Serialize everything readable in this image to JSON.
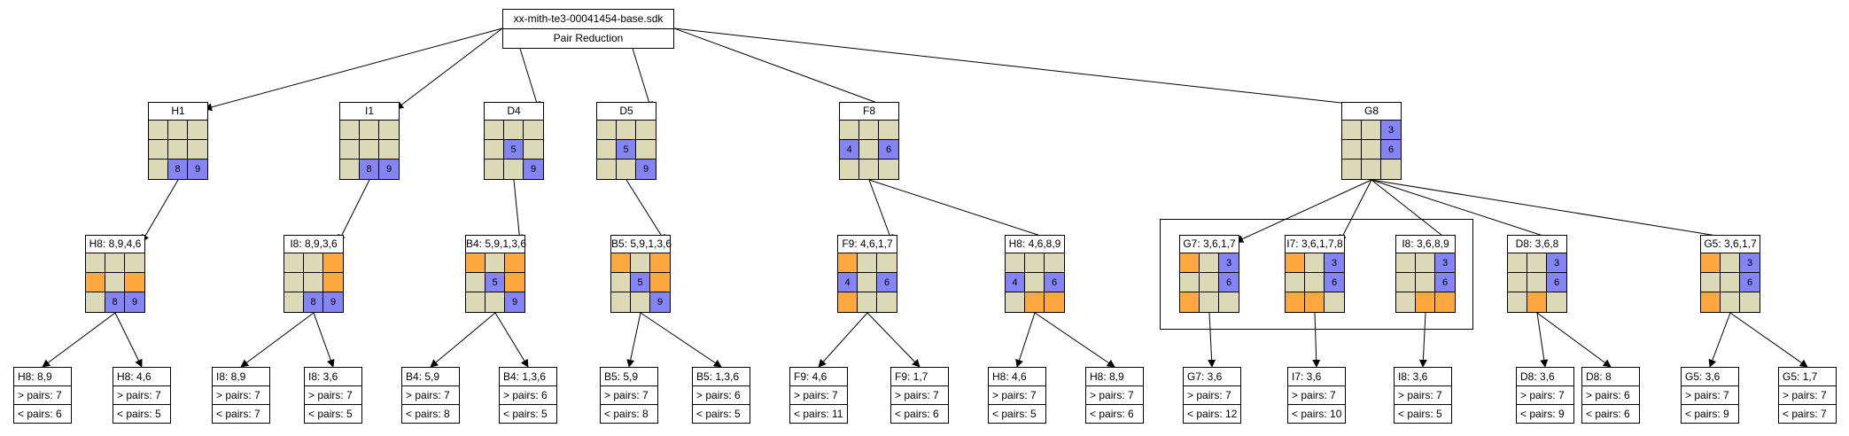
{
  "root": {
    "title": "xx-mith-te3-00041454-base.sdk",
    "subtitle": "Pair Reduction"
  },
  "colors": {
    "cell": "#dcdab6",
    "blue": "#8484f4",
    "orange": "#ffa840"
  },
  "legend_cells": "cell markers: b = blue candidate cell, o = orange cell, values shown inside",
  "nodes": [
    {
      "id": "H1",
      "title": "H1",
      "cells": [
        "",
        "",
        "",
        "",
        "",
        "",
        "",
        "b:8",
        "b:9"
      ]
    },
    {
      "id": "I1",
      "title": "I1",
      "cells": [
        "",
        "",
        "",
        "",
        "",
        "",
        "",
        "b:8",
        "b:9"
      ]
    },
    {
      "id": "D4",
      "title": "D4",
      "cells": [
        "",
        "",
        "",
        "",
        "b:5",
        "",
        "",
        "",
        "b:9"
      ]
    },
    {
      "id": "D5",
      "title": "D5",
      "cells": [
        "",
        "",
        "",
        "",
        "b:5",
        "",
        "",
        "",
        "b:9"
      ]
    },
    {
      "id": "F8",
      "title": "F8",
      "cells": [
        "",
        "",
        "",
        "b:4",
        "",
        "b:6",
        "",
        "",
        ""
      ]
    },
    {
      "id": "G8",
      "title": "G8",
      "cells": [
        "",
        "",
        "b:3",
        "",
        "",
        "b:6",
        "",
        "",
        ""
      ]
    },
    {
      "id": "H8a",
      "title": "H8: 8,9,4,6",
      "cells": [
        "",
        "",
        "",
        "o",
        "",
        "o",
        "",
        "b:8",
        "b:9"
      ]
    },
    {
      "id": "I8a",
      "title": "I8: 8,9,3,6",
      "cells": [
        "",
        "",
        "o",
        "",
        "",
        "o",
        "",
        "b:8",
        "b:9"
      ]
    },
    {
      "id": "B4a",
      "title": "B4: 5,9,1,3,6",
      "cells": [
        "o",
        "",
        "o",
        "",
        "b:5",
        "o",
        "",
        "",
        "b:9"
      ]
    },
    {
      "id": "B5a",
      "title": "B5: 5,9,1,3,6",
      "cells": [
        "o",
        "",
        "o",
        "",
        "b:5",
        "o",
        "",
        "",
        "b:9"
      ]
    },
    {
      "id": "F9a",
      "title": "F9: 4,6,1,7",
      "cells": [
        "o",
        "",
        "",
        "b:4",
        "",
        "b:6",
        "o",
        "",
        ""
      ]
    },
    {
      "id": "H8b",
      "title": "H8: 4,6,8,9",
      "cells": [
        "",
        "",
        "",
        "b:4",
        "",
        "b:6",
        "",
        "o",
        "o"
      ]
    },
    {
      "id": "G7a",
      "title": "G7: 3,6,1,7",
      "cells": [
        "o",
        "",
        "b:3",
        "",
        "",
        "b:6",
        "o",
        "",
        ""
      ]
    },
    {
      "id": "I7a",
      "title": "I7: 3,6,1,7,8",
      "cells": [
        "o",
        "",
        "b:3",
        "",
        "",
        "b:6",
        "o",
        "o",
        ""
      ]
    },
    {
      "id": "I8b",
      "title": "I8: 3,6,8,9",
      "cells": [
        "",
        "",
        "b:3",
        "",
        "",
        "b:6",
        "",
        "o",
        "o"
      ]
    },
    {
      "id": "D8a",
      "title": "D8: 3,6,8",
      "cells": [
        "",
        "",
        "b:3",
        "",
        "",
        "b:6",
        "",
        "o",
        ""
      ]
    },
    {
      "id": "G5a",
      "title": "G5: 3,6,1,7",
      "cells": [
        "o",
        "",
        "b:3",
        "",
        "",
        "b:6",
        "o",
        "",
        ""
      ]
    }
  ],
  "leaves": [
    {
      "id": "L1",
      "title": "H8: 8,9",
      "gt": "> pairs: 7",
      "lt": "< pairs: 6"
    },
    {
      "id": "L2",
      "title": "H8: 4,6",
      "gt": "> pairs: 7",
      "lt": "< pairs: 5"
    },
    {
      "id": "L3",
      "title": "I8: 8,9",
      "gt": "> pairs: 7",
      "lt": "< pairs: 7"
    },
    {
      "id": "L4",
      "title": "I8: 3,6",
      "gt": "> pairs: 7",
      "lt": "< pairs: 5"
    },
    {
      "id": "L5",
      "title": "B4: 5,9",
      "gt": "> pairs: 7",
      "lt": "< pairs: 8"
    },
    {
      "id": "L6",
      "title": "B4: 1,3,6",
      "gt": "> pairs: 6",
      "lt": "< pairs: 5"
    },
    {
      "id": "L7",
      "title": "B5: 5,9",
      "gt": "> pairs: 7",
      "lt": "< pairs: 8"
    },
    {
      "id": "L8",
      "title": "B5: 1,3,6",
      "gt": "> pairs: 6",
      "lt": "< pairs: 5"
    },
    {
      "id": "L9",
      "title": "F9: 4,6",
      "gt": "> pairs: 7",
      "lt": "< pairs: 11"
    },
    {
      "id": "L10",
      "title": "F9: 1,7",
      "gt": "> pairs: 7",
      "lt": "< pairs: 6"
    },
    {
      "id": "L11",
      "title": "H8: 4,6",
      "gt": "> pairs: 7",
      "lt": "< pairs: 5"
    },
    {
      "id": "L12",
      "title": "H8: 8,9",
      "gt": "> pairs: 7",
      "lt": "< pairs: 6"
    },
    {
      "id": "L13",
      "title": "G7: 3,6",
      "gt": "> pairs: 7",
      "lt": "< pairs: 12"
    },
    {
      "id": "L14",
      "title": "I7: 3,6",
      "gt": "> pairs: 7",
      "lt": "< pairs: 10"
    },
    {
      "id": "L15",
      "title": "I8: 3,6",
      "gt": "> pairs: 7",
      "lt": "< pairs: 5"
    },
    {
      "id": "L16",
      "title": "D8: 3,6",
      "gt": "> pairs: 7",
      "lt": "< pairs: 9"
    },
    {
      "id": "L17",
      "title": "D8: 8",
      "gt": "> pairs: 6",
      "lt": "< pairs: 6"
    },
    {
      "id": "L18",
      "title": "G5: 3,6",
      "gt": "> pairs: 7",
      "lt": "< pairs: 9"
    },
    {
      "id": "L19",
      "title": "G5: 1,7",
      "gt": "> pairs: 7",
      "lt": "< pairs: 7"
    }
  ],
  "edges": [
    [
      "root",
      "H1"
    ],
    [
      "root",
      "I1"
    ],
    [
      "root",
      "D4"
    ],
    [
      "root",
      "D5"
    ],
    [
      "root",
      "F8"
    ],
    [
      "root",
      "G8"
    ],
    [
      "H1",
      "H8a"
    ],
    [
      "I1",
      "I8a"
    ],
    [
      "D4",
      "B4a"
    ],
    [
      "D5",
      "B5a"
    ],
    [
      "F8",
      "F9a"
    ],
    [
      "F8",
      "H8b"
    ],
    [
      "G8",
      "G7a"
    ],
    [
      "G8",
      "I7a"
    ],
    [
      "G8",
      "I8b"
    ],
    [
      "G8",
      "D8a"
    ],
    [
      "G8",
      "G5a"
    ],
    [
      "H8a",
      "L1"
    ],
    [
      "H8a",
      "L2"
    ],
    [
      "I8a",
      "L3"
    ],
    [
      "I8a",
      "L4"
    ],
    [
      "B4a",
      "L5"
    ],
    [
      "B4a",
      "L6"
    ],
    [
      "B5a",
      "L7"
    ],
    [
      "B5a",
      "L8"
    ],
    [
      "F9a",
      "L9"
    ],
    [
      "F9a",
      "L10"
    ],
    [
      "H8b",
      "L11"
    ],
    [
      "H8b",
      "L12"
    ],
    [
      "G7a",
      "L13"
    ],
    [
      "I7a",
      "L14"
    ],
    [
      "I8b",
      "L15"
    ],
    [
      "D8a",
      "L16"
    ],
    [
      "D8a",
      "L17"
    ],
    [
      "G5a",
      "L18"
    ],
    [
      "G5a",
      "L19"
    ]
  ]
}
